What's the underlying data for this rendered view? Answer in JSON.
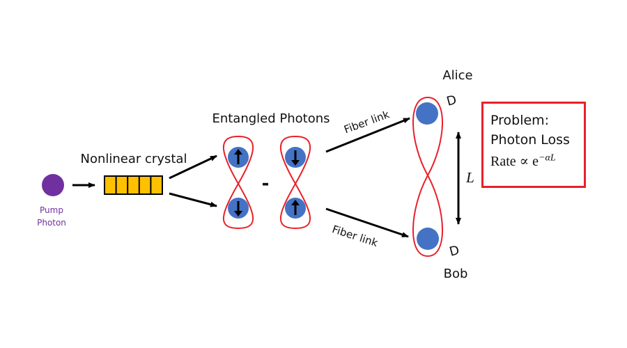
{
  "labels": {
    "pump_line1": "Pump",
    "pump_line2": "Photon",
    "crystal": "Nonlinear crystal",
    "entangled": "Entangled Photons",
    "minus": "-",
    "fiber_top": "Fiber link",
    "fiber_bottom": "Fiber link",
    "alice": "Alice",
    "bob": "Bob",
    "detector_top": "D",
    "detector_bottom": "D",
    "distance": "L"
  },
  "problem": {
    "line1": "Problem:",
    "line2": "Photon Loss",
    "rate_text": "Rate ∝ e",
    "rate_exponent": "−αL"
  },
  "colors": {
    "pump": "#7030a0",
    "crystal": "#ffc000",
    "photon": "#4472c4",
    "loop": "#e8202a",
    "arrow": "#000000"
  },
  "icons": {
    "spin_up": "arrow-up-icon",
    "spin_down": "arrow-down-icon"
  }
}
